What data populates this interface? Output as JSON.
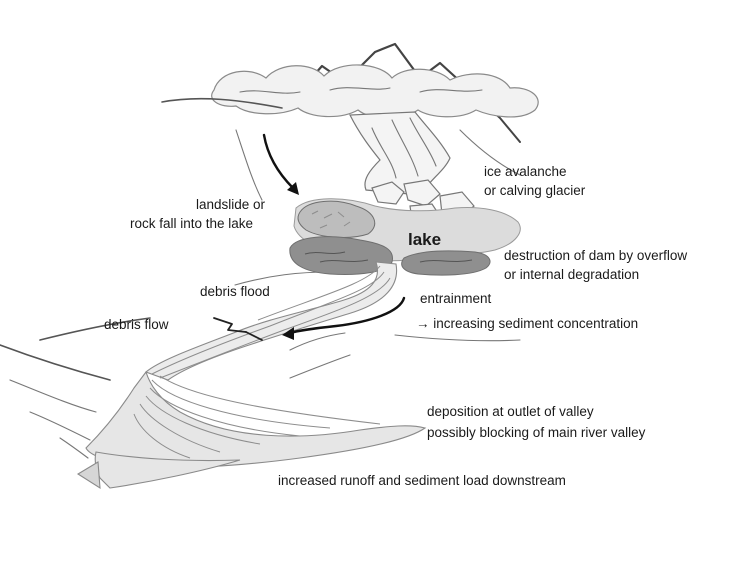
{
  "labels": {
    "ice_avalanche_1": "ice avalanche",
    "ice_avalanche_2": "or calving glacier",
    "landslide_1": "landslide or",
    "landslide_2": "rock fall into the lake",
    "lake": "lake",
    "dam_1": "destruction of dam by overflow",
    "dam_2": "or internal degradation",
    "debris_flood": "debris flood",
    "debris_flow": "debris flow",
    "entrainment_1": "entrainment",
    "entrainment_2": "→ increasing sediment concentration",
    "deposition_1": "deposition at outlet of valley",
    "deposition_2": "possibly blocking of main river valley",
    "downstream": "increased runoff and sediment load downstream"
  },
  "colors": {
    "lake": "#dcdcdc",
    "dam": "#8f8f8f",
    "flow": "#ececec",
    "arrow": "#111111",
    "text": "#1a1a1a"
  }
}
